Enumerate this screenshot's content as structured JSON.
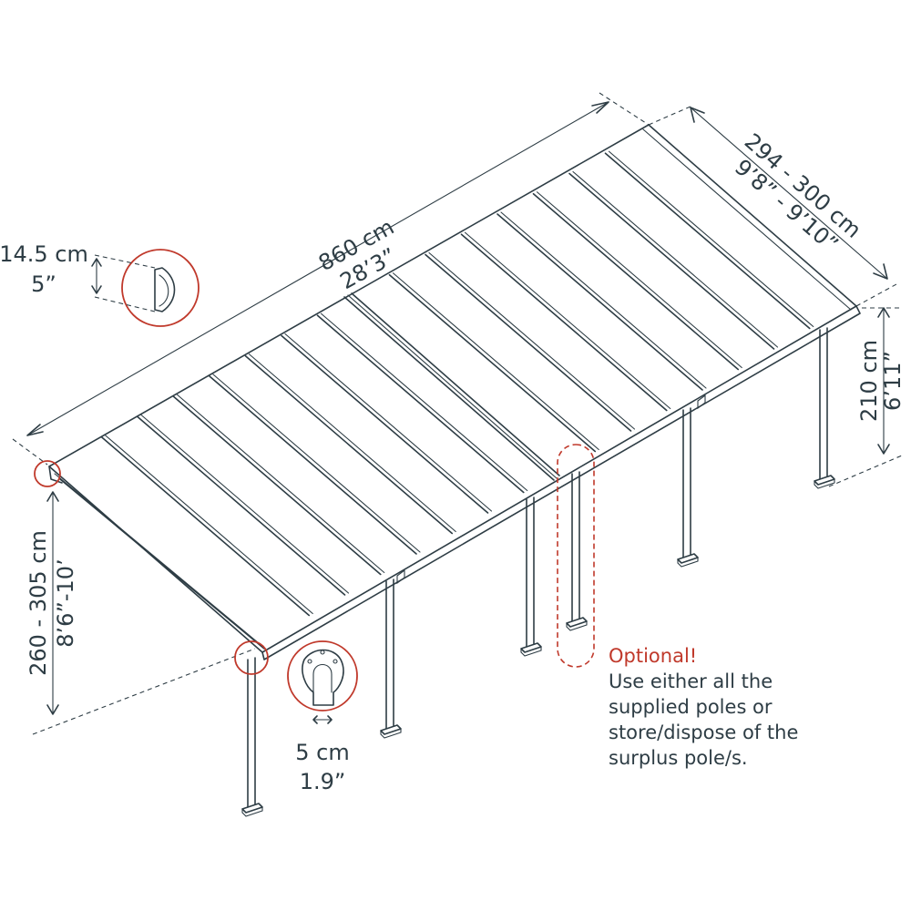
{
  "labels": {
    "length_cm": "860 cm",
    "length_ft": "28’3”",
    "width_cm": "294 - 300 cm",
    "width_ft": "9’8” - 9’10”",
    "back_height_cm": "210 cm",
    "back_height_ft": "6’11”",
    "front_height_cm": "260 - 305 cm",
    "front_height_ft": "8’6”-10’",
    "gutter_cm": "14.5 cm",
    "gutter_in": "5”",
    "post_cm": "5 cm",
    "post_in": "1.9”"
  },
  "note": {
    "title": "Optional!",
    "lines": [
      "Use either all the",
      "supplied poles or",
      "store/dispose of the",
      "surplus pole/s."
    ]
  },
  "colors": {
    "line": "#2e3d45",
    "accent": "#c0392b"
  }
}
